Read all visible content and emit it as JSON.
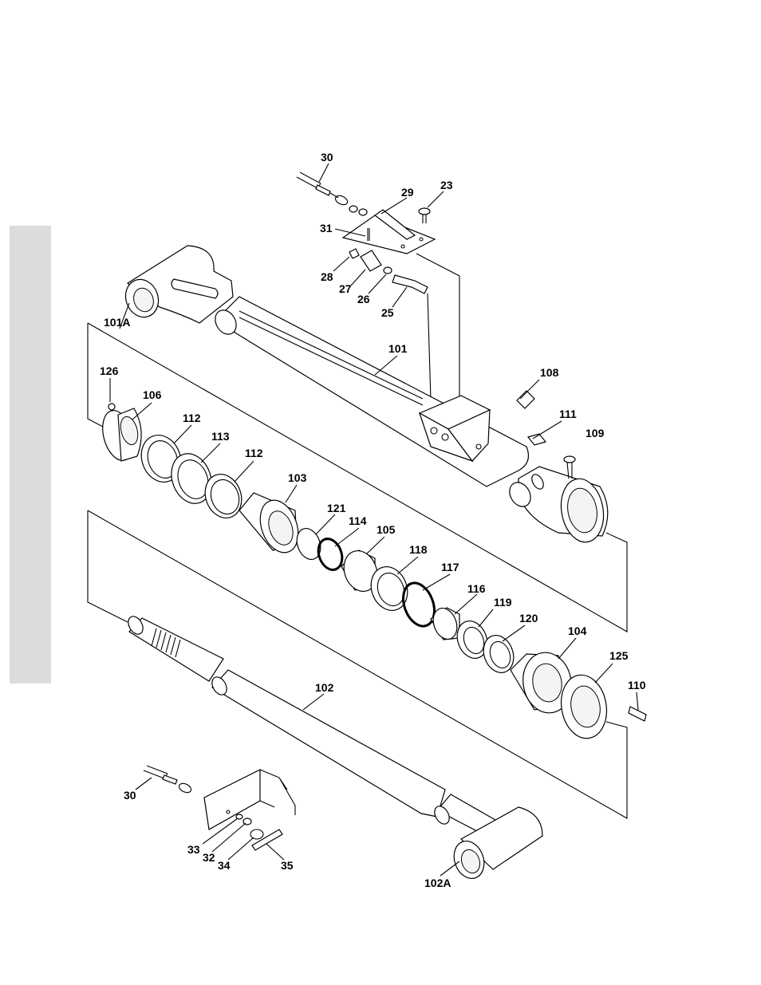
{
  "diagram": {
    "labels": [
      {
        "id": "l30a",
        "text": "30"
      },
      {
        "id": "l29",
        "text": "29"
      },
      {
        "id": "l23",
        "text": "23"
      },
      {
        "id": "l31",
        "text": "31"
      },
      {
        "id": "l28",
        "text": "28"
      },
      {
        "id": "l27",
        "text": "27"
      },
      {
        "id": "l26",
        "text": "26"
      },
      {
        "id": "l25",
        "text": "25"
      },
      {
        "id": "l101A",
        "text": "101A"
      },
      {
        "id": "l101",
        "text": "101"
      },
      {
        "id": "l126",
        "text": "126"
      },
      {
        "id": "l106",
        "text": "106"
      },
      {
        "id": "l108",
        "text": "108"
      },
      {
        "id": "l111",
        "text": "111"
      },
      {
        "id": "l109",
        "text": "109"
      },
      {
        "id": "l112a",
        "text": "112"
      },
      {
        "id": "l113",
        "text": "113"
      },
      {
        "id": "l112b",
        "text": "112"
      },
      {
        "id": "l103",
        "text": "103"
      },
      {
        "id": "l121",
        "text": "121"
      },
      {
        "id": "l114",
        "text": "114"
      },
      {
        "id": "l105",
        "text": "105"
      },
      {
        "id": "l118",
        "text": "118"
      },
      {
        "id": "l117",
        "text": "117"
      },
      {
        "id": "l116",
        "text": "116"
      },
      {
        "id": "l119",
        "text": "119"
      },
      {
        "id": "l120",
        "text": "120"
      },
      {
        "id": "l104",
        "text": "104"
      },
      {
        "id": "l125",
        "text": "125"
      },
      {
        "id": "l110",
        "text": "110"
      },
      {
        "id": "l102",
        "text": "102"
      },
      {
        "id": "l30b",
        "text": "30"
      },
      {
        "id": "l33",
        "text": "33"
      },
      {
        "id": "l32",
        "text": "32"
      },
      {
        "id": "l34",
        "text": "34"
      },
      {
        "id": "l35",
        "text": "35"
      },
      {
        "id": "l102A",
        "text": "102A"
      }
    ]
  }
}
